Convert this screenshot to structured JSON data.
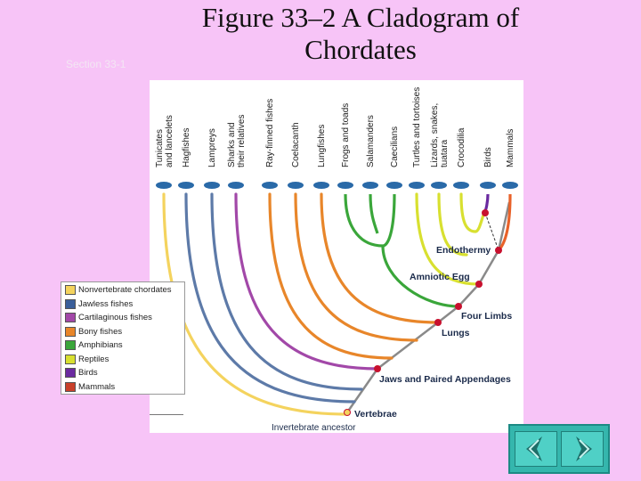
{
  "slide": {
    "title": "Figure 33–2 A Cladogram of Chordates",
    "section": "Section 33-1"
  },
  "cladogram": {
    "taxa": [
      {
        "label": "Tunicates and lancelets",
        "group": "nonvertebrate"
      },
      {
        "label": "Hagfishes",
        "group": "jawless"
      },
      {
        "label": "Lampreys",
        "group": "jawless"
      },
      {
        "label": "Sharks and their relatives",
        "group": "cartilaginous"
      },
      {
        "label": "Ray-finned fishes",
        "group": "bony"
      },
      {
        "label": "Coelacanth",
        "group": "bony"
      },
      {
        "label": "Lungfishes",
        "group": "bony"
      },
      {
        "label": "Frogs and toads",
        "group": "amphibians"
      },
      {
        "label": "Salamanders",
        "group": "amphibians"
      },
      {
        "label": "Caecilians",
        "group": "amphibians"
      },
      {
        "label": "Turtles and tortoises",
        "group": "reptiles"
      },
      {
        "label": "Lizards, snakes, tuatara",
        "group": "reptiles"
      },
      {
        "label": "Crocodilia",
        "group": "reptiles"
      },
      {
        "label": "Birds",
        "group": "birds"
      },
      {
        "label": "Mammals",
        "group": "mammals"
      }
    ],
    "nodes": [
      {
        "label": "Vertebrae"
      },
      {
        "label": "Jaws and Paired Appendages"
      },
      {
        "label": "Lungs"
      },
      {
        "label": "Four Limbs"
      },
      {
        "label": "Amniotic Egg"
      },
      {
        "label": "Endothermy"
      }
    ],
    "root_label": "Invertebrate ancestor"
  },
  "legend": {
    "items": [
      {
        "label": "Nonvertebrate chordates",
        "color": "#f4d35e"
      },
      {
        "label": "Jawless fishes",
        "color": "#3a5f9a"
      },
      {
        "label": "Cartilaginous fishes",
        "color": "#a248a8"
      },
      {
        "label": "Bony fishes",
        "color": "#e8862a"
      },
      {
        "label": "Amphibians",
        "color": "#3aa63a"
      },
      {
        "label": "Reptiles",
        "color": "#d8e030"
      },
      {
        "label": "Birds",
        "color": "#6a2aa0"
      },
      {
        "label": "Mammals",
        "color": "#c8402a"
      }
    ]
  },
  "colors": {
    "nonvertebrate": "#f4d35e",
    "jawless": "#5d7aa8",
    "cartilaginous": "#a248a8",
    "bony": "#e8862a",
    "amphibians": "#3aa63a",
    "reptiles": "#d8e030",
    "birds": "#6a2aa0",
    "mammals": "#e8622a",
    "node": "#c8102e",
    "silhouette": "#2a6aa8"
  },
  "navigation": {
    "prev_icon": "left-arrow-icon",
    "next_icon": "right-arrow-icon"
  }
}
